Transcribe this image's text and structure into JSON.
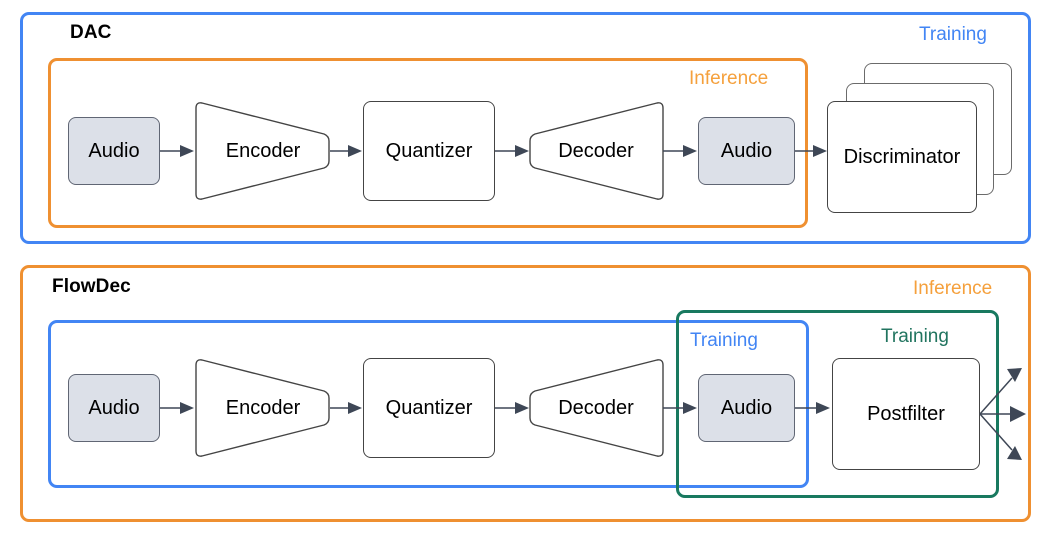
{
  "figure": {
    "title_top": "DAC",
    "title_bottom": "FlowDec",
    "colors": {
      "blue": "#4285F4",
      "orange": "#EF9031",
      "green": "#18795F",
      "node_fill_audio": "#DCE0E8",
      "node_stroke": "#444444",
      "arrow": "#3E4756"
    }
  },
  "top_panel": {
    "name": "DAC",
    "outer_label": "Training",
    "inner_label": "Inference",
    "nodes": [
      {
        "id": "audio-in",
        "label": "Audio",
        "shape": "box-shaded"
      },
      {
        "id": "encoder",
        "label": "Encoder",
        "shape": "trapezoid-right"
      },
      {
        "id": "quantizer",
        "label": "Quantizer",
        "shape": "box"
      },
      {
        "id": "decoder",
        "label": "Decoder",
        "shape": "trapezoid-left"
      },
      {
        "id": "audio-out",
        "label": "Audio",
        "shape": "box-shaded"
      },
      {
        "id": "discriminator",
        "label": "Discriminator",
        "shape": "box-stack"
      }
    ]
  },
  "bottom_panel": {
    "name": "FlowDec",
    "outer_label": "Inference",
    "codec_label": "Training",
    "postfilter_label": "Training",
    "nodes": [
      {
        "id": "audio-in",
        "label": "Audio",
        "shape": "box-shaded"
      },
      {
        "id": "encoder",
        "label": "Encoder",
        "shape": "trapezoid-right"
      },
      {
        "id": "quantizer",
        "label": "Quantizer",
        "shape": "box"
      },
      {
        "id": "decoder",
        "label": "Decoder",
        "shape": "trapezoid-left"
      },
      {
        "id": "audio-mid",
        "label": "Audio",
        "shape": "box-shaded"
      },
      {
        "id": "postfilter",
        "label": "Postfilter",
        "shape": "box"
      }
    ],
    "output_arrows": 3
  }
}
